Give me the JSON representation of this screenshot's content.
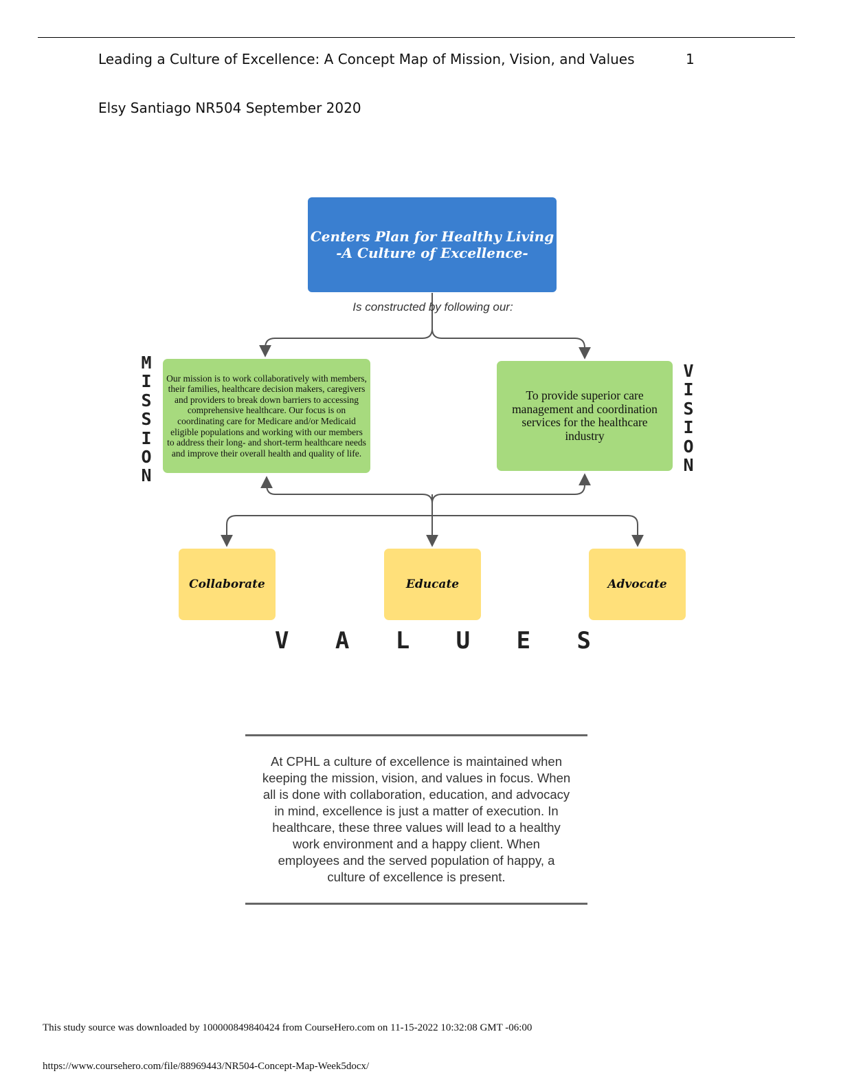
{
  "header": {
    "title": "Leading a Culture of Excellence: A Concept Map of Mission, Vision, and Values",
    "page_number": "1",
    "author_line": "Elsy Santiago NR504 September 2020"
  },
  "concept_map": {
    "title_line1": "Centers Plan for Healthy Living",
    "title_line2": "-A Culture of Excellence-",
    "connector_label": "Is constructed by following our:",
    "mission_letters": [
      "M",
      "I",
      "S",
      "S",
      "I",
      "O",
      "N"
    ],
    "mission_text": "Our mission is to work collaboratively with members, their families, healthcare decision makers, caregivers and providers to break down barriers to accessing comprehensive healthcare. Our focus is on coordinating care for Medicare and/or Medicaid eligible populations and working with our members to address their long- and short-term healthcare needs and improve their overall health and quality of life.",
    "vision_letters": [
      "V",
      "I",
      "S",
      "I",
      "O",
      "N"
    ],
    "vision_text": "To provide superior care management and coordination services for the healthcare industry",
    "values": [
      "Collaborate",
      "Educate",
      "Advocate"
    ],
    "values_letters": [
      "V",
      "A",
      "L",
      "U",
      "E",
      "S"
    ]
  },
  "summary": {
    "text": "At CPHL a culture of excellence is maintained when keeping the mission, vision, and values in focus. When all is done with collaboration, education, and advocacy in mind, excellence is just a matter of execution. In healthcare, these three values will lead to a healthy work environment and a happy client. When employees and the served population of happy, a culture of excellence is present."
  },
  "footer": {
    "source": "This study source was downloaded by 100000849840424 from CourseHero.com on 11-15-2022 10:32:08 GMT -06:00",
    "url": "https://www.coursehero.com/file/88969443/NR504-Concept-Map-Week5docx/"
  },
  "colors": {
    "title_box": "#3a7fd0",
    "mission_vision_box": "#a7da7e",
    "value_box": "#ffe07a",
    "connector": "#555555"
  }
}
